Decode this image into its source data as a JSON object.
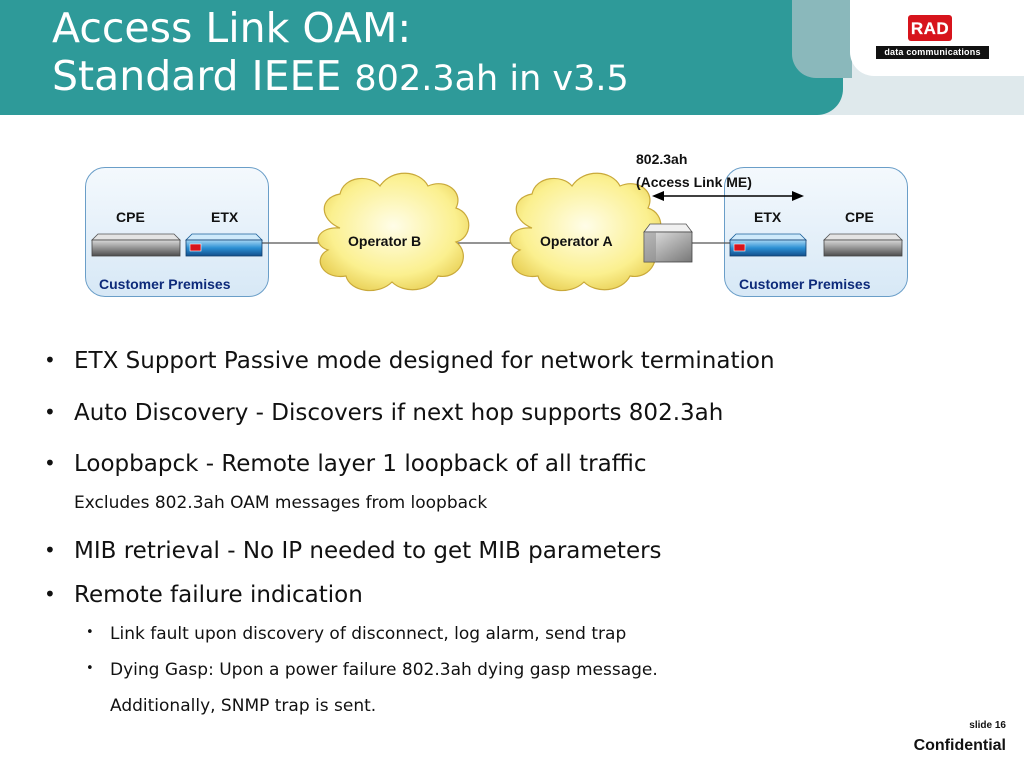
{
  "header": {
    "title_line1": "Access Link OAM:",
    "title_line2_main": "Standard IEEE ",
    "title_line2_small": "802.3ah in v3.5",
    "logo_text": "RAD",
    "logo_subtext": "data communications",
    "band_color": "#2e9a99"
  },
  "diagram": {
    "me_label_line1": "802.3ah",
    "me_label_line2": "(Access Link ME)",
    "left": {
      "cpe_label": "CPE",
      "etx_label": "ETX",
      "premises_label": "Customer Premises"
    },
    "right": {
      "etx_label": "ETX",
      "cpe_label": "CPE",
      "premises_label": "Customer Premises"
    },
    "clouds": [
      {
        "label": "Operator B"
      },
      {
        "label": "Operator A"
      }
    ]
  },
  "bullets": [
    {
      "text": "ETX Support Passive mode designed for network termination"
    },
    {
      "text": "Auto Discovery - Discovers if next hop supports 802.3ah"
    },
    {
      "text": "Loopbapck - Remote layer 1 loopback of all traffic",
      "note": "Excludes 802.3ah OAM messages from loopback"
    },
    {
      "text": "MIB retrieval  - No IP needed to get MIB parameters"
    },
    {
      "text": "Remote failure indication",
      "sub": [
        {
          "text": "Link fault upon discovery of disconnect, log alarm, send trap"
        },
        {
          "text": "Dying Gasp: Upon a power failure 802.3ah dying gasp message.",
          "continuation": "Additionally, SNMP trap is sent."
        }
      ]
    }
  ],
  "footer": {
    "slide_number": "slide 16",
    "confidential": "Confidential"
  }
}
